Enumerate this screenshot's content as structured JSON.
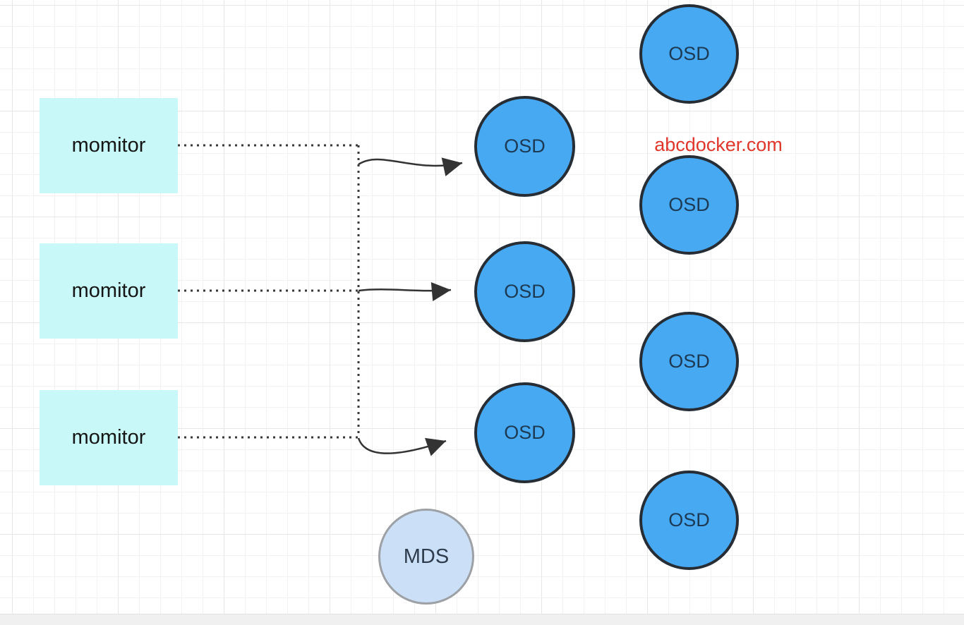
{
  "diagram": {
    "title_hint": "ceph-architecture-sketch",
    "monitors": [
      {
        "label": "momitor"
      },
      {
        "label": "momitor"
      },
      {
        "label": "momitor"
      }
    ],
    "osd_middle": [
      {
        "label": "OSD"
      },
      {
        "label": "OSD"
      },
      {
        "label": "OSD"
      }
    ],
    "osd_right": [
      {
        "label": "OSD"
      },
      {
        "label": "OSD"
      },
      {
        "label": "OSD"
      },
      {
        "label": "OSD"
      }
    ],
    "mds": {
      "label": "MDS"
    },
    "watermark": {
      "text": "abcdocker.com",
      "color": "#e0362c"
    },
    "colors": {
      "osd_fill": "#46a9f2",
      "osd_border": "#262d35",
      "monitor_fill": "#c8f8f8",
      "mds_fill": "#cbe0f7",
      "mds_border": "#9da1a6",
      "connector": "#383838",
      "grid_minor": "#f2f2f2",
      "grid_major": "#e7e7e7",
      "canvas_bg": "#ffffff",
      "gutter_bg": "#f0f0f0"
    }
  }
}
